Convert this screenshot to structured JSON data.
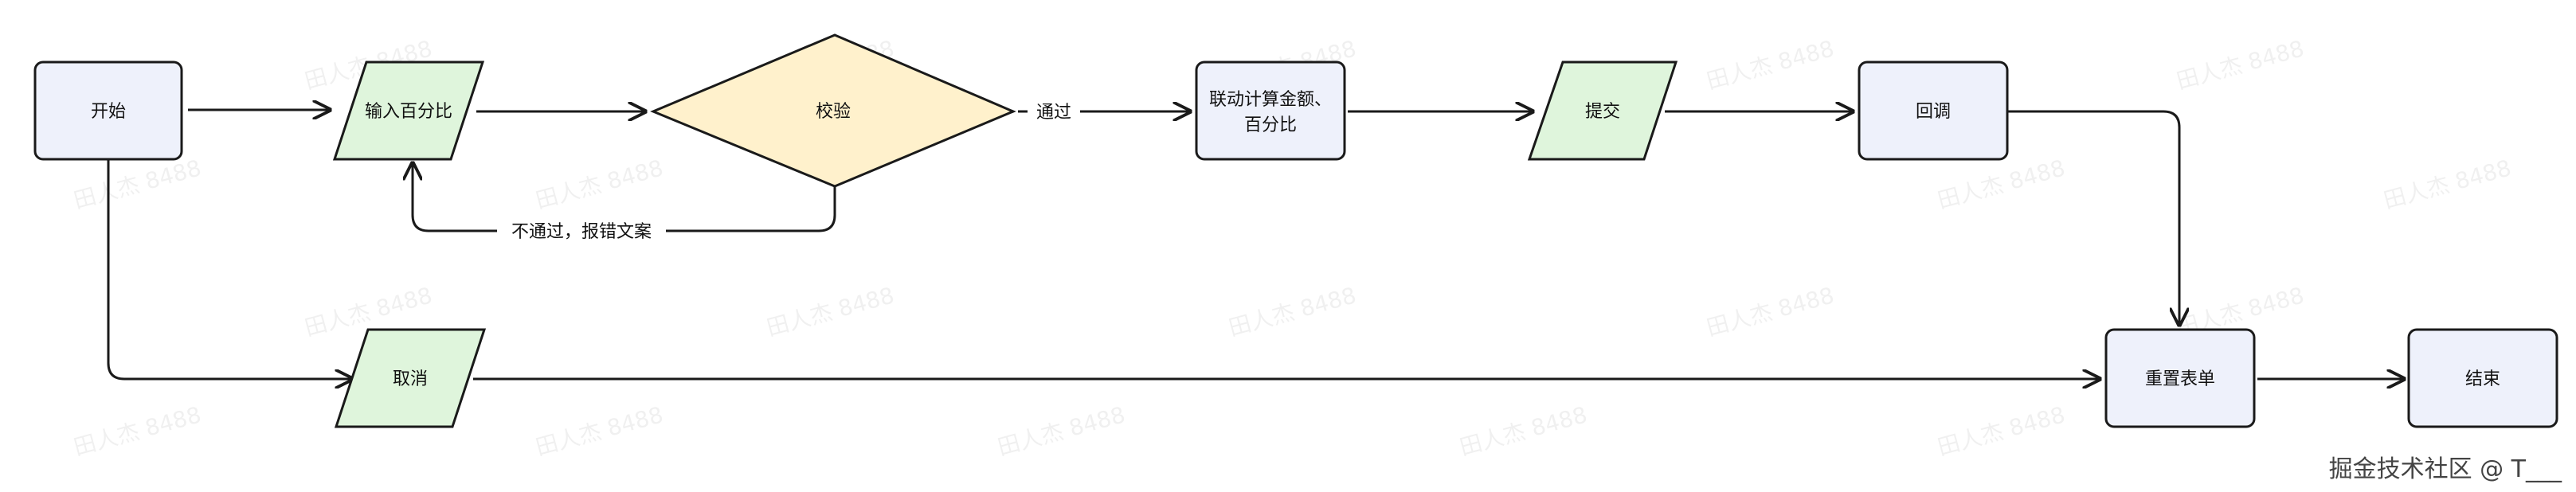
{
  "nodes": {
    "start": "开始",
    "input_percent": "输入百分比",
    "validate": "校验",
    "compute_line1": "联动计算金额、",
    "compute_line2": "百分比",
    "submit": "提交",
    "callback": "回调",
    "cancel": "取消",
    "reset_form": "重置表单",
    "end": "结束"
  },
  "edges": {
    "pass": "通过",
    "fail": "不通过，报错文案"
  },
  "watermark": "田人杰 8488",
  "footer": "掘金技术社区 @ T___",
  "colors": {
    "stroke": "#1a1a1a",
    "rect_fill": "#eef1fb",
    "io_fill": "#dff5dc",
    "decision_fill": "#fff1cc"
  }
}
